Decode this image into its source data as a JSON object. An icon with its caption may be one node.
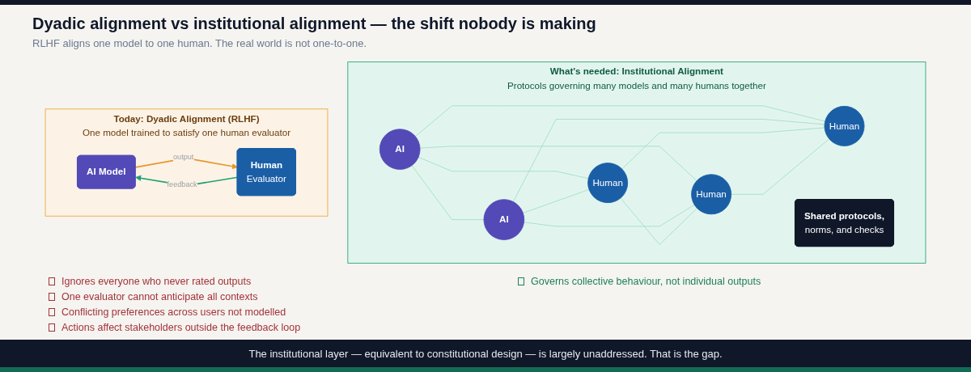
{
  "diagram": {
    "title": "Dyadic alignment vs institutional alignment — the shift nobody is making",
    "caption": "The institutional layer — equivalent to constitutional design — is largely unaddressed. That is the gap.",
    "nodes": [
      {
        "text": [
          "Today: Dyadic Alignment (RLHF)",
          "One model trained to satisfy one human evaluator"
        ]
      },
      {
        "text": [
          "AI Model"
        ],
        "in": 0
      },
      {
        "text": [
          "Human",
          "Evaluator"
        ],
        "in": 0
      },
      {
        "text": [
          "What's needed: Institutional Alignment",
          "Protocols governing many models and many humans together"
        ]
      },
      {
        "text": [
          "AI"
        ],
        "in": 3
      },
      {
        "text": [
          "AI"
        ],
        "in": 3
      },
      {
        "text": [
          "Human"
        ],
        "in": 3
      },
      {
        "text": [
          "Human"
        ],
        "in": 3
      },
      {
        "text": [
          "Human"
        ],
        "in": 3
      },
      {
        "text": [
          "Shared protocols,",
          "norms, and checks"
        ],
        "in": 3
      }
    ],
    "edges": [
      {
        "from": 1,
        "to": 2,
        "arrow": "to",
        "label": "output",
        "color": "#e8962a"
      },
      {
        "from": 2,
        "to": 1,
        "arrow": "to",
        "label": "feedback",
        "color": "#1d9e75"
      },
      {
        "from": 4,
        "to": 5,
        "arrow": "none"
      },
      {
        "from": 4,
        "to": 6,
        "arrow": "none"
      },
      {
        "from": 4,
        "to": 7,
        "arrow": "none"
      },
      {
        "from": 4,
        "to": 8,
        "arrow": "none"
      },
      {
        "from": 5,
        "to": 6,
        "arrow": "none"
      },
      {
        "from": 5,
        "to": 7,
        "arrow": "none"
      },
      {
        "from": 5,
        "to": 8,
        "arrow": "none"
      },
      {
        "from": 6,
        "to": 7,
        "arrow": "none"
      },
      {
        "from": 6,
        "to": 8,
        "arrow": "none"
      },
      {
        "from": 7,
        "to": 8,
        "arrow": "none"
      }
    ],
    "labels": [
      "RLHF aligns one model to one human. The real world is not one-to-one.",
      "Ignores everyone who never rated outputs",
      "One evaluator cannot anticipate all contexts",
      "Conflicting preferences across users not modelled",
      "Actions affect stakeholders outside the feedback loop",
      "Governs collective behaviour, not individual outputs"
    ]
  }
}
